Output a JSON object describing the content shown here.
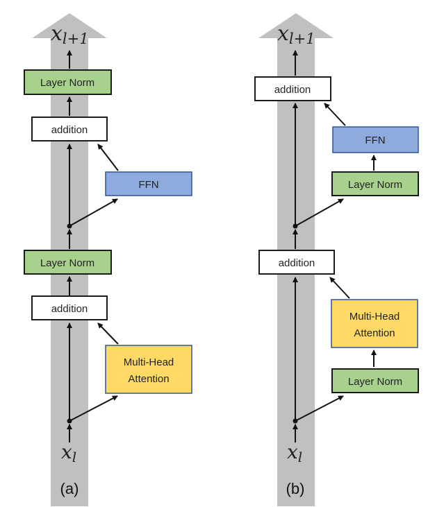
{
  "colors": {
    "residual_stream": "#c0c0c0",
    "layer_norm": "#a9d18e",
    "ffn": "#8faadc",
    "attention": "#ffd966",
    "addition": "#ffffff",
    "box_border_dark": "#1a1a1a",
    "box_border_blue": "#2f5597"
  },
  "panels": [
    {
      "id": "a",
      "caption": "(a)",
      "output_label": "x",
      "output_subscript": "l+1",
      "input_label": "x",
      "input_subscript": "l",
      "boxes": {
        "layer_norm_top": "Layer Norm",
        "addition_top": "addition",
        "ffn": "FFN",
        "layer_norm_mid": "Layer Norm",
        "addition_bottom": "addition",
        "attention_line1": "Multi-Head",
        "attention_line2": "Attention"
      }
    },
    {
      "id": "b",
      "caption": "(b)",
      "output_label": "x",
      "output_subscript": "l+1",
      "input_label": "x",
      "input_subscript": "l",
      "boxes": {
        "addition_top": "addition",
        "ffn": "FFN",
        "layer_norm_ffn": "Layer Norm",
        "addition_bottom": "addition",
        "attention_line1": "Multi-Head",
        "attention_line2": "Attention",
        "layer_norm_attn": "Layer Norm"
      }
    }
  ]
}
